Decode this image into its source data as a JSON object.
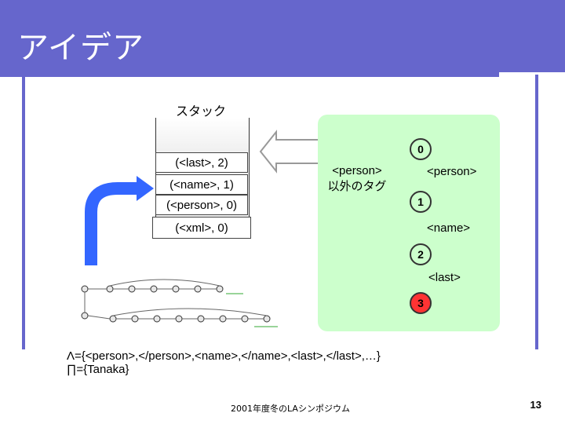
{
  "slide": {
    "title": "アイデア",
    "stack_label": "スタック",
    "stack_entries": [
      "(<last>, 2)",
      "(<name>, 1)",
      "(<person>, 0)"
    ],
    "stack_bottom": "(<xml>, 0)",
    "panel_label": [
      "<person>",
      "以外のタグ"
    ],
    "states": [
      "0",
      "1",
      "2",
      "3"
    ],
    "edge_labels": [
      "<person>",
      "<name>",
      "<last>"
    ],
    "formula_lambda": "Λ={<person>,</person>,<name>,</name>,<last>,</last>,…}",
    "formula_pi": "∏={Tanaka}",
    "footer": "2001年度冬のLAシンポジウム",
    "page_number": "13"
  },
  "colors": {
    "title_bar": "#6666cc",
    "panel": "#ccffcc",
    "accent_arrow": "#3366ff",
    "final_state": "#ff3333"
  }
}
